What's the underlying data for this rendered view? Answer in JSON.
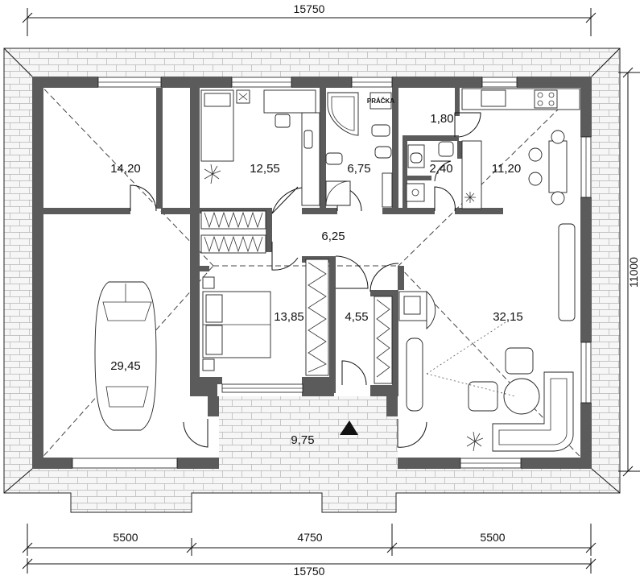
{
  "dimensions": {
    "total_top": "15750",
    "total_bottom": "15750",
    "segment_left": "5500",
    "segment_middle": "4750",
    "segment_right": "5500",
    "height_right": "11000"
  },
  "rooms": [
    {
      "id": "garage-storage",
      "area": "14,20"
    },
    {
      "id": "garage",
      "area": "29,45"
    },
    {
      "id": "bedroom-1",
      "area": "12,55"
    },
    {
      "id": "bathroom",
      "area": "6,75"
    },
    {
      "id": "pantry",
      "area": "1,80"
    },
    {
      "id": "wc",
      "area": "2,40"
    },
    {
      "id": "kitchen-dining",
      "area": "11,20"
    },
    {
      "id": "hall",
      "area": "6,25"
    },
    {
      "id": "bedroom-2",
      "area": "13,85"
    },
    {
      "id": "corridor",
      "area": "4,55"
    },
    {
      "id": "living-room",
      "area": "32,15"
    },
    {
      "id": "entrance-terrace",
      "area": "9,75"
    }
  ],
  "labels": {
    "washing_machine": "PRÁČKA"
  },
  "colors": {
    "wall": "#5b5b5b",
    "line": "#111111",
    "paving": "#f4f4f4"
  }
}
